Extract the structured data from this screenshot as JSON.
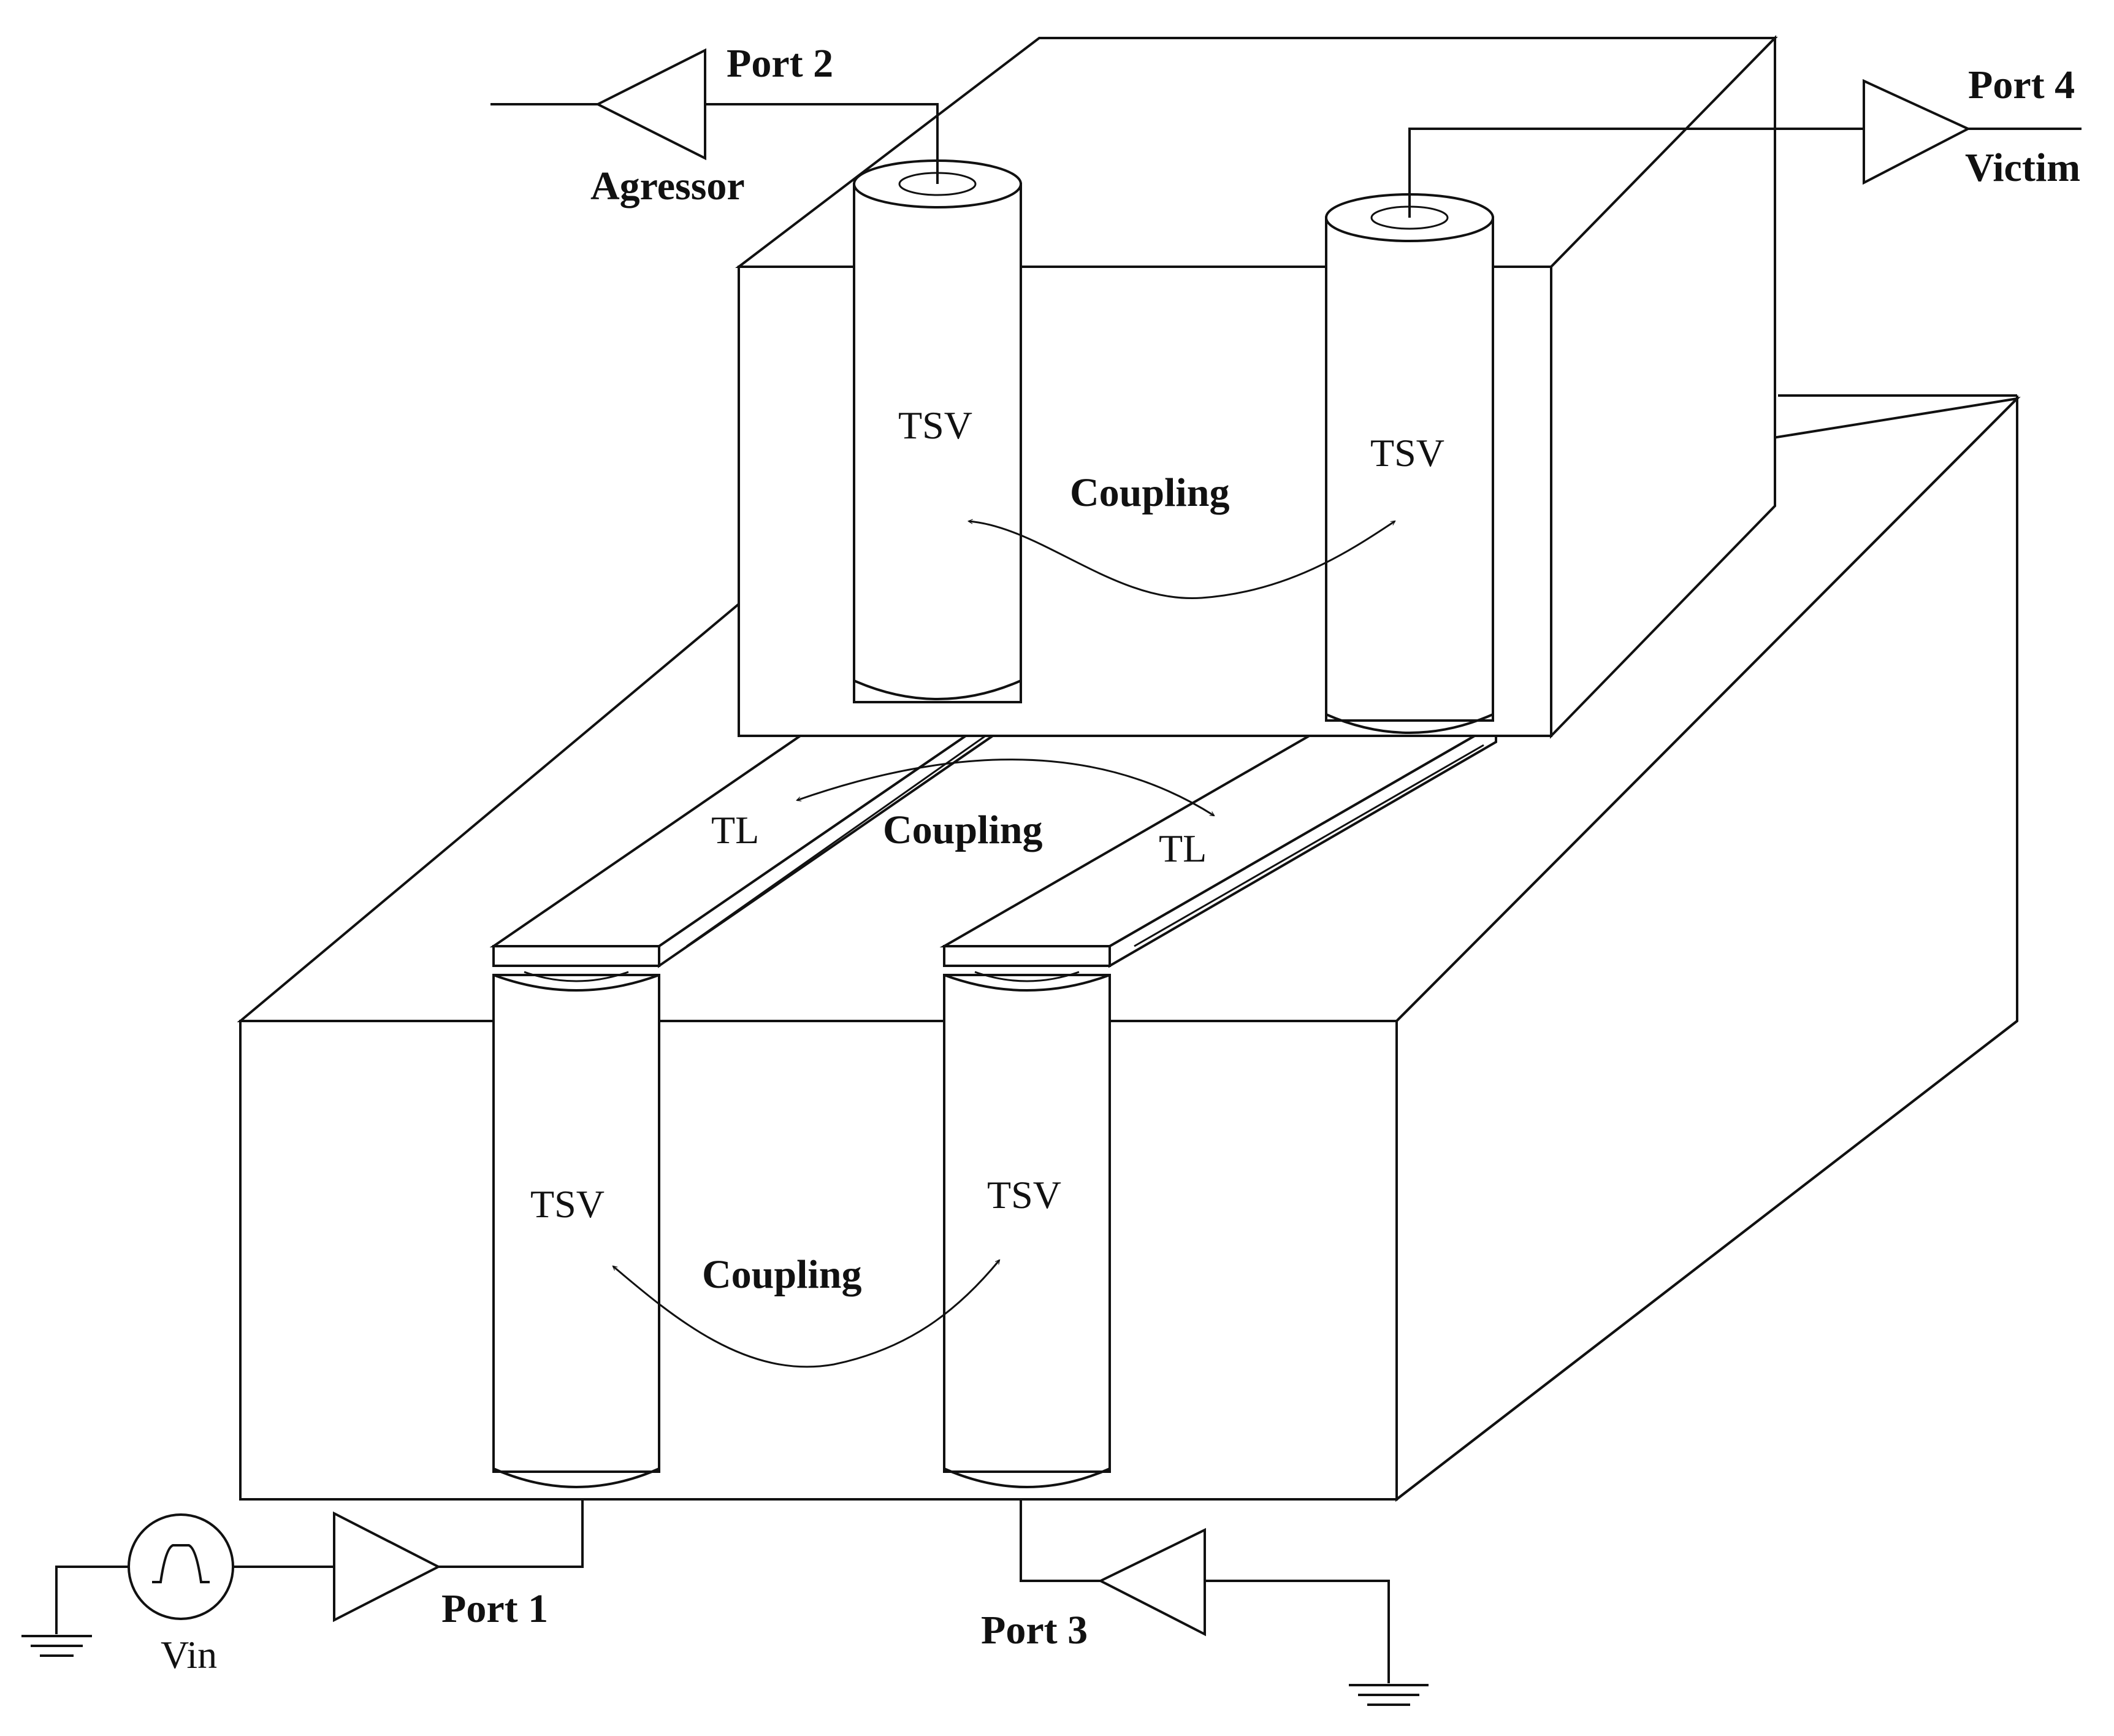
{
  "labels": {
    "port1": "Port 1",
    "port2": "Port 2",
    "port3": "Port 3",
    "port4": "Port 4",
    "aggressor": "Agressor",
    "victim": "Victim",
    "vin": "Vin",
    "tsv": "TSV",
    "tl": "TL",
    "coupling": "Coupling"
  }
}
